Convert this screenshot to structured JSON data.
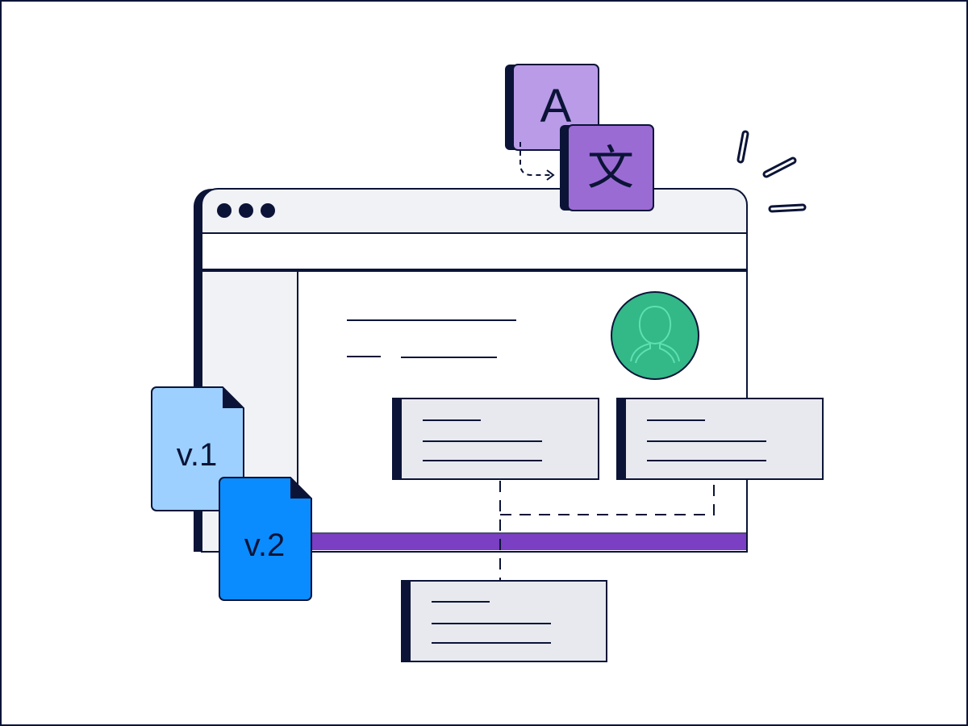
{
  "translate_tiles": {
    "source_glyph": "A",
    "target_glyph": "文"
  },
  "version_files": [
    {
      "label": "v.1"
    },
    {
      "label": "v.2"
    }
  ],
  "colors": {
    "ink": "#0b1437",
    "window_chrome": "#f1f2f6",
    "window_body": "#ffffff",
    "card_fill": "#e8e9ef",
    "accent_purple": "#7a3fc2",
    "tile_light_purple": "#b99be8",
    "tile_dark_purple": "#9b6bd4",
    "avatar_green": "#33b888",
    "avatar_outline": "#5ee0b0",
    "file_light_blue": "#9dd0ff",
    "file_blue": "#0a8cff"
  }
}
